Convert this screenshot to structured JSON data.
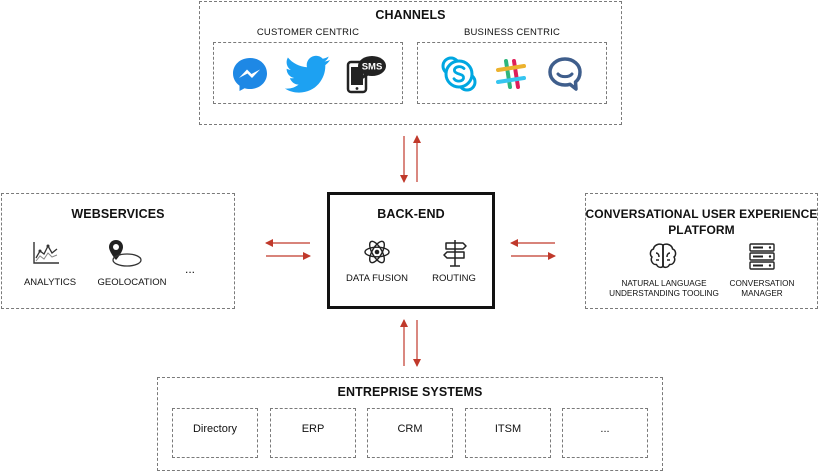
{
  "channels": {
    "title": "CHANNELS",
    "customer_centric": {
      "label": "CUSTOMER CENTRIC",
      "icons": [
        "messenger-icon",
        "twitter-icon",
        "sms-phone-icon"
      ],
      "sms_text": "SMS"
    },
    "business_centric": {
      "label": "BUSINESS CENTRIC",
      "icons": [
        "skype-icon",
        "slack-icon",
        "chat-bubble-icon"
      ]
    }
  },
  "backend": {
    "title": "BACK-END",
    "items": [
      {
        "label": "DATA FUSION",
        "icon": "atom-icon"
      },
      {
        "label": "ROUTING",
        "icon": "signpost-icon"
      }
    ]
  },
  "webservices": {
    "title": "WEBSERVICES",
    "items": [
      {
        "label": "ANALYTICS",
        "icon": "analytics-icon"
      },
      {
        "label": "GEOLOCATION",
        "icon": "geolocation-icon"
      },
      {
        "label": "...",
        "icon": ""
      }
    ]
  },
  "cux": {
    "title_line1": "CONVERSATIONAL USER EXPERIENCE",
    "title_line2": "PLATFORM",
    "items": [
      {
        "line1": "NATURAL LANGUAGE",
        "line2": "UNDERSTANDING TOOLING",
        "icon": "brain-icon"
      },
      {
        "line1": "CONVERSATION",
        "line2": "MANAGER",
        "icon": "server-icon"
      }
    ]
  },
  "enterprise": {
    "title": "ENTREPRISE SYSTEMS",
    "items": [
      "Directory",
      "ERP",
      "CRM",
      "ITSM",
      "..."
    ]
  },
  "colors": {
    "arrow": "#c0392b",
    "messenger": "#1e88e5",
    "twitter": "#1da1f2",
    "skype": "#00a7e1",
    "chat": "#3f5e8c"
  }
}
